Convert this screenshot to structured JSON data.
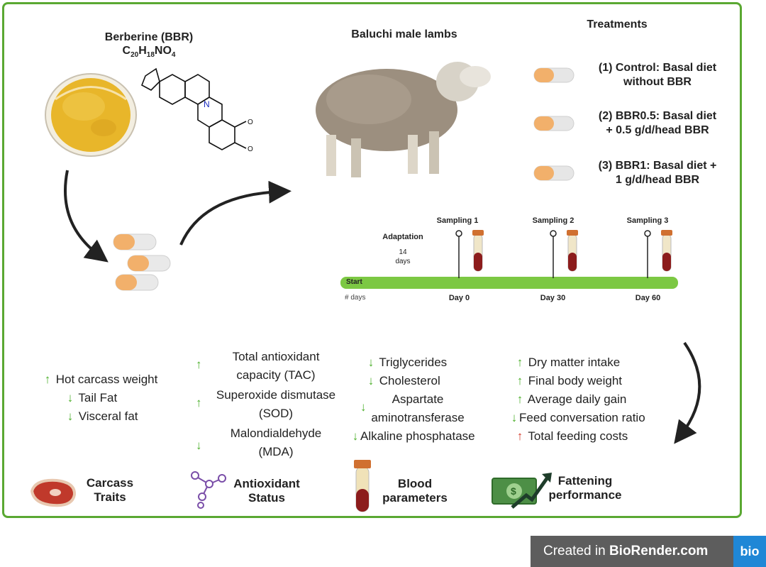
{
  "bbr": {
    "title": "Berberine (BBR)",
    "formula": "C20H18NO4"
  },
  "lambs": {
    "title": "Baluchi male lambs"
  },
  "treatments": {
    "title": "Treatments",
    "items": [
      {
        "line1": "(1) Control: Basal diet",
        "line2": "without BBR"
      },
      {
        "line1": "(2) BBR0.5: Basal diet",
        "line2": "+ 0.5 g/d/head BBR"
      },
      {
        "line1": "(3) BBR1: Basal diet +",
        "line2": "1 g/d/head BBR"
      }
    ]
  },
  "timeline": {
    "adaptation_label": "Adaptation",
    "adaptation_days": "14",
    "adaptation_unit": "days",
    "start_label": "Start",
    "axis_label": "# days",
    "samplings": [
      {
        "label": "Sampling 1",
        "day": "Day 0"
      },
      {
        "label": "Sampling 2",
        "day": "Day 30"
      },
      {
        "label": "Sampling 3",
        "day": "Day 60"
      }
    ]
  },
  "outcomes": {
    "carcass": [
      {
        "arrow": "↑",
        "text": "Hot carcass weight"
      },
      {
        "arrow": "↓",
        "text": "Tail Fat"
      },
      {
        "arrow": "↓",
        "text": "Visceral fat"
      }
    ],
    "antioxidant": [
      {
        "arrow": "↑",
        "line1": "Total antioxidant",
        "line2": "capacity (TAC)"
      },
      {
        "arrow": "↑",
        "line1": "Superoxide dismutase",
        "line2": "(SOD)"
      },
      {
        "arrow": "↓",
        "line1": "Malondialdehyde",
        "line2": "(MDA)"
      }
    ],
    "blood": [
      {
        "arrow": "↓",
        "text": "Triglycerides"
      },
      {
        "arrow": "↓",
        "text": "Cholesterol"
      },
      {
        "arrow": "↓",
        "line1": "Aspartate",
        "line2": "aminotransferase"
      },
      {
        "arrow": "↓",
        "text": "Alkaline phosphatase"
      }
    ],
    "fattening": [
      {
        "arrow": "↑",
        "text": "Dry matter intake"
      },
      {
        "arrow": "↑",
        "text": "Final body weight"
      },
      {
        "arrow": "↑",
        "text": "Average daily gain"
      },
      {
        "arrow": "↓",
        "text": "Feed conversation ratio"
      },
      {
        "arrow": "↑",
        "text": "Total feeding costs"
      }
    ]
  },
  "categories": {
    "carcass": {
      "line1": "Carcass",
      "line2": "Traits"
    },
    "antioxidant": {
      "line1": "Antioxidant",
      "line2": "Status"
    },
    "blood": {
      "line1": "Blood",
      "line2": "parameters"
    },
    "fattening": {
      "line1": "Fattening",
      "line2": "performance"
    }
  },
  "footer": {
    "prefix": "Created in ",
    "brand": "BioRender.com",
    "logo": "bio"
  },
  "colors": {
    "frame": "#5aa832",
    "up_arrow": "#4caf2a",
    "down_arrow": "#4caf2a",
    "cost_arrow": "#d43a2a",
    "timeline_bar": "#7cc843",
    "powder": "#e8b62a"
  },
  "icons": [
    "meat-icon",
    "molecule-icon",
    "blood-tube-icon",
    "money-growth-icon",
    "capsule-icon",
    "sheep-icon",
    "berberine-structure-icon"
  ]
}
